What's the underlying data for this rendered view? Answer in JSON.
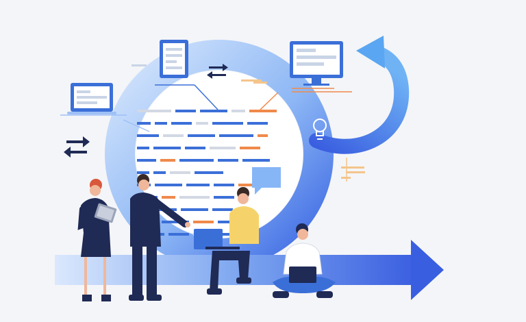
{
  "palette": {
    "background": "#f4f5f8",
    "ring_light": "#cfe2fb",
    "ring_mid": "#7aa9f2",
    "ring_dark": "#3b67e3",
    "navy": "#1f2a55",
    "yellow": "#f6d36a",
    "skin": "#f0b79a",
    "orange_hair": "#d9573a",
    "dark_hair": "#3a2a26",
    "orange_accent": "#f08a4b",
    "cream_accent": "#f4c58b",
    "bubble": "#86b6f6",
    "laptop": "#3b6fd8",
    "white": "#ffffff"
  },
  "code_lines": [
    [
      {
        "w": 50,
        "c": "g"
      },
      {
        "w": 30,
        "c": "b"
      },
      {
        "w": 40,
        "c": "b"
      },
      {
        "w": 20,
        "c": "g"
      },
      {
        "w": 40,
        "c": "o"
      }
    ],
    [
      {
        "w": 20,
        "c": "b"
      },
      {
        "w": 18,
        "c": "b"
      },
      {
        "w": 30,
        "c": "b"
      },
      {
        "w": 18,
        "c": "g"
      },
      {
        "w": 45,
        "c": "b"
      },
      {
        "w": 30,
        "c": "b"
      }
    ],
    [
      {
        "w": 32,
        "c": "b"
      },
      {
        "w": 30,
        "c": "g"
      },
      {
        "w": 40,
        "c": "b"
      },
      {
        "w": 50,
        "c": "b"
      },
      {
        "w": 15,
        "c": "o"
      }
    ],
    [
      {
        "w": 18,
        "c": "b"
      },
      {
        "w": 40,
        "c": "b"
      },
      {
        "w": 30,
        "c": "b"
      },
      {
        "w": 38,
        "c": "g"
      },
      {
        "w": 30,
        "c": "o"
      }
    ],
    [
      {
        "w": 28,
        "c": "b"
      },
      {
        "w": 22,
        "c": "o"
      },
      {
        "w": 50,
        "c": "b"
      },
      {
        "w": 30,
        "c": "b"
      },
      {
        "w": 40,
        "c": "b"
      }
    ],
    [
      {
        "w": 18,
        "c": "b"
      },
      {
        "w": 18,
        "c": "b"
      },
      {
        "w": 30,
        "c": "g"
      },
      {
        "w": 42,
        "c": "b"
      }
    ],
    [
      {
        "w": 20,
        "c": "b"
      },
      {
        "w": 40,
        "c": "b"
      },
      {
        "w": 34,
        "c": "b"
      },
      {
        "w": 30,
        "c": "b"
      },
      {
        "w": 40,
        "c": "o"
      }
    ],
    [
      {
        "w": 30,
        "c": "b"
      },
      {
        "w": 20,
        "c": "o"
      },
      {
        "w": 44,
        "c": "g"
      },
      {
        "w": 30,
        "c": "b"
      }
    ],
    [
      {
        "w": 22,
        "c": "b"
      },
      {
        "w": 30,
        "c": "b"
      },
      {
        "w": 40,
        "c": "b"
      },
      {
        "w": 30,
        "c": "b"
      },
      {
        "w": 20,
        "c": "o"
      }
    ],
    [
      {
        "w": 30,
        "c": "g"
      },
      {
        "w": 40,
        "c": "b"
      },
      {
        "w": 30,
        "c": "o"
      },
      {
        "w": 28,
        "c": "b"
      }
    ],
    [
      {
        "w": 40,
        "c": "b"
      },
      {
        "w": 30,
        "c": "b"
      },
      {
        "w": 20,
        "c": "g"
      },
      {
        "w": 40,
        "c": "b"
      }
    ]
  ]
}
